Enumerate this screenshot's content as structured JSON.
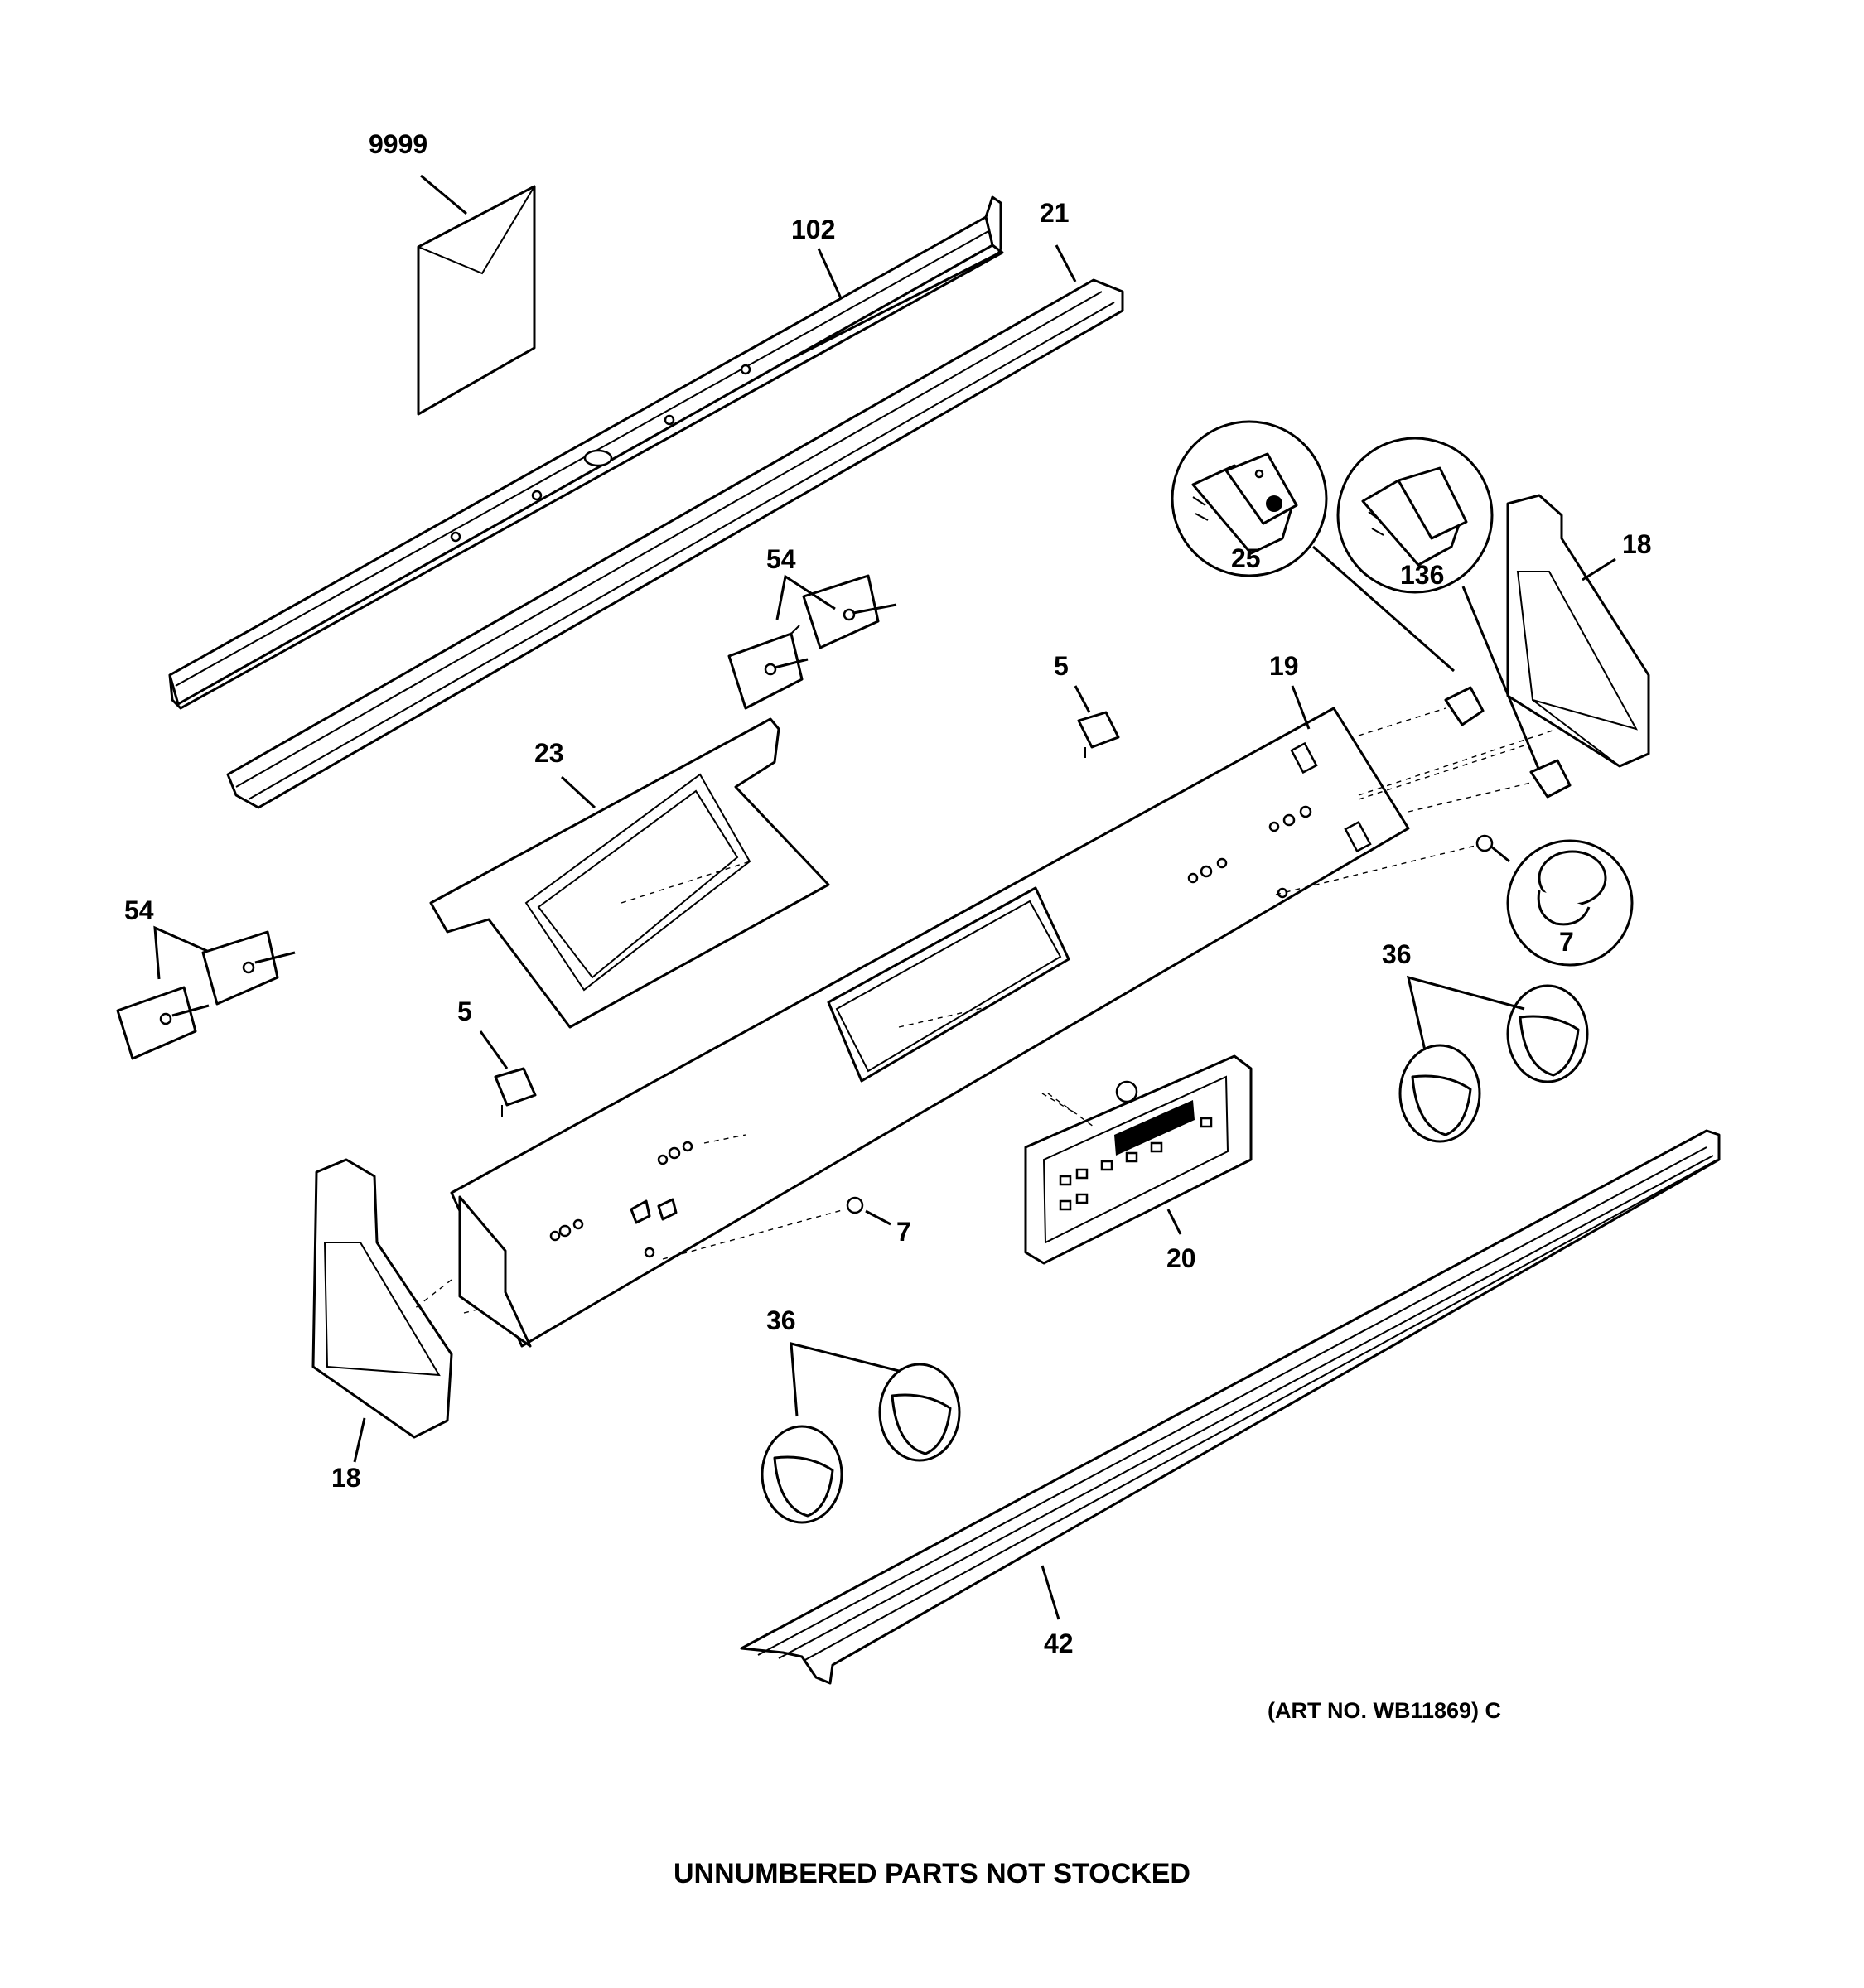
{
  "callouts": {
    "envelope": "9999",
    "rear_rail": "102",
    "top_trim": "21",
    "end_cap_right": "18",
    "end_cap_left": "18",
    "infinite_switch_upper": "54",
    "infinite_switch_left": "54",
    "lamp_socket_upper": "5",
    "lamp_socket_lower": "5",
    "backsplash": "19",
    "window_bracket": "23",
    "rocker_switch_light": "25",
    "rocker_switch_blank": "136",
    "indicator_light_detail": "7",
    "indicator_light": "7",
    "knobs_right": "36",
    "knobs_left": "36",
    "clock_control": "20",
    "lower_trim": "42"
  },
  "notes": {
    "art_number": "(ART NO. WB11869) C",
    "footer": "UNNUMBERED PARTS NOT STOCKED"
  }
}
